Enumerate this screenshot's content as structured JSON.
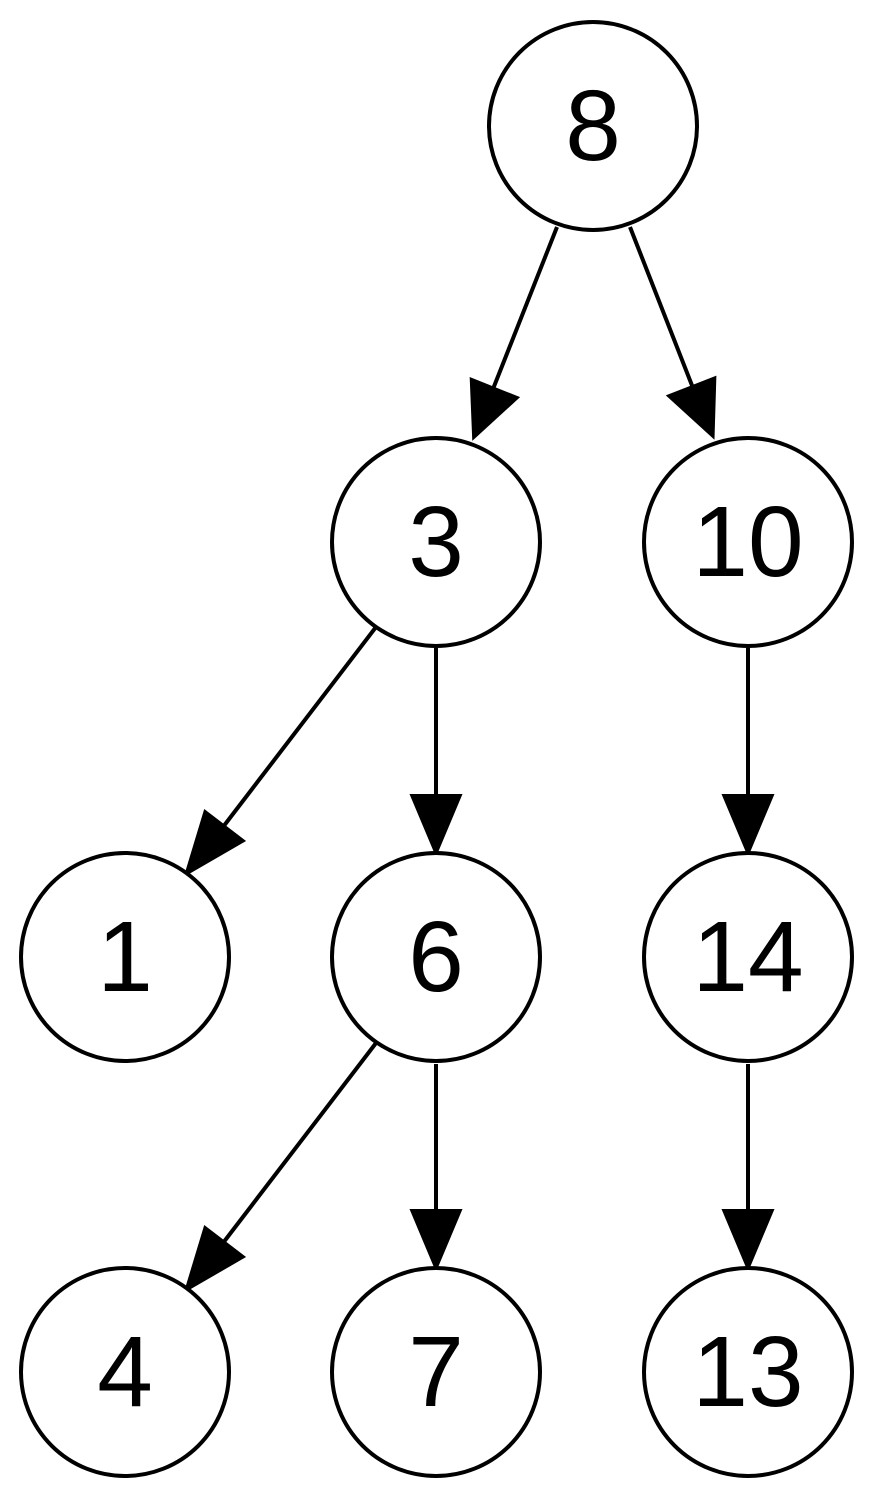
{
  "diagram": {
    "nodes": [
      {
        "id": "n8",
        "label": "8"
      },
      {
        "id": "n3",
        "label": "3"
      },
      {
        "id": "n10",
        "label": "10"
      },
      {
        "id": "n1",
        "label": "1"
      },
      {
        "id": "n6",
        "label": "6"
      },
      {
        "id": "n14",
        "label": "14"
      },
      {
        "id": "n4",
        "label": "4"
      },
      {
        "id": "n7",
        "label": "7"
      },
      {
        "id": "n13",
        "label": "13"
      }
    ],
    "edges": [
      {
        "from": "n8",
        "to": "n3"
      },
      {
        "from": "n8",
        "to": "n10"
      },
      {
        "from": "n3",
        "to": "n1"
      },
      {
        "from": "n3",
        "to": "n6"
      },
      {
        "from": "n10",
        "to": "n14"
      },
      {
        "from": "n6",
        "to": "n4"
      },
      {
        "from": "n6",
        "to": "n7"
      },
      {
        "from": "n14",
        "to": "n13"
      }
    ],
    "colors": {
      "stroke": "#000000",
      "fill": "#ffffff"
    }
  }
}
